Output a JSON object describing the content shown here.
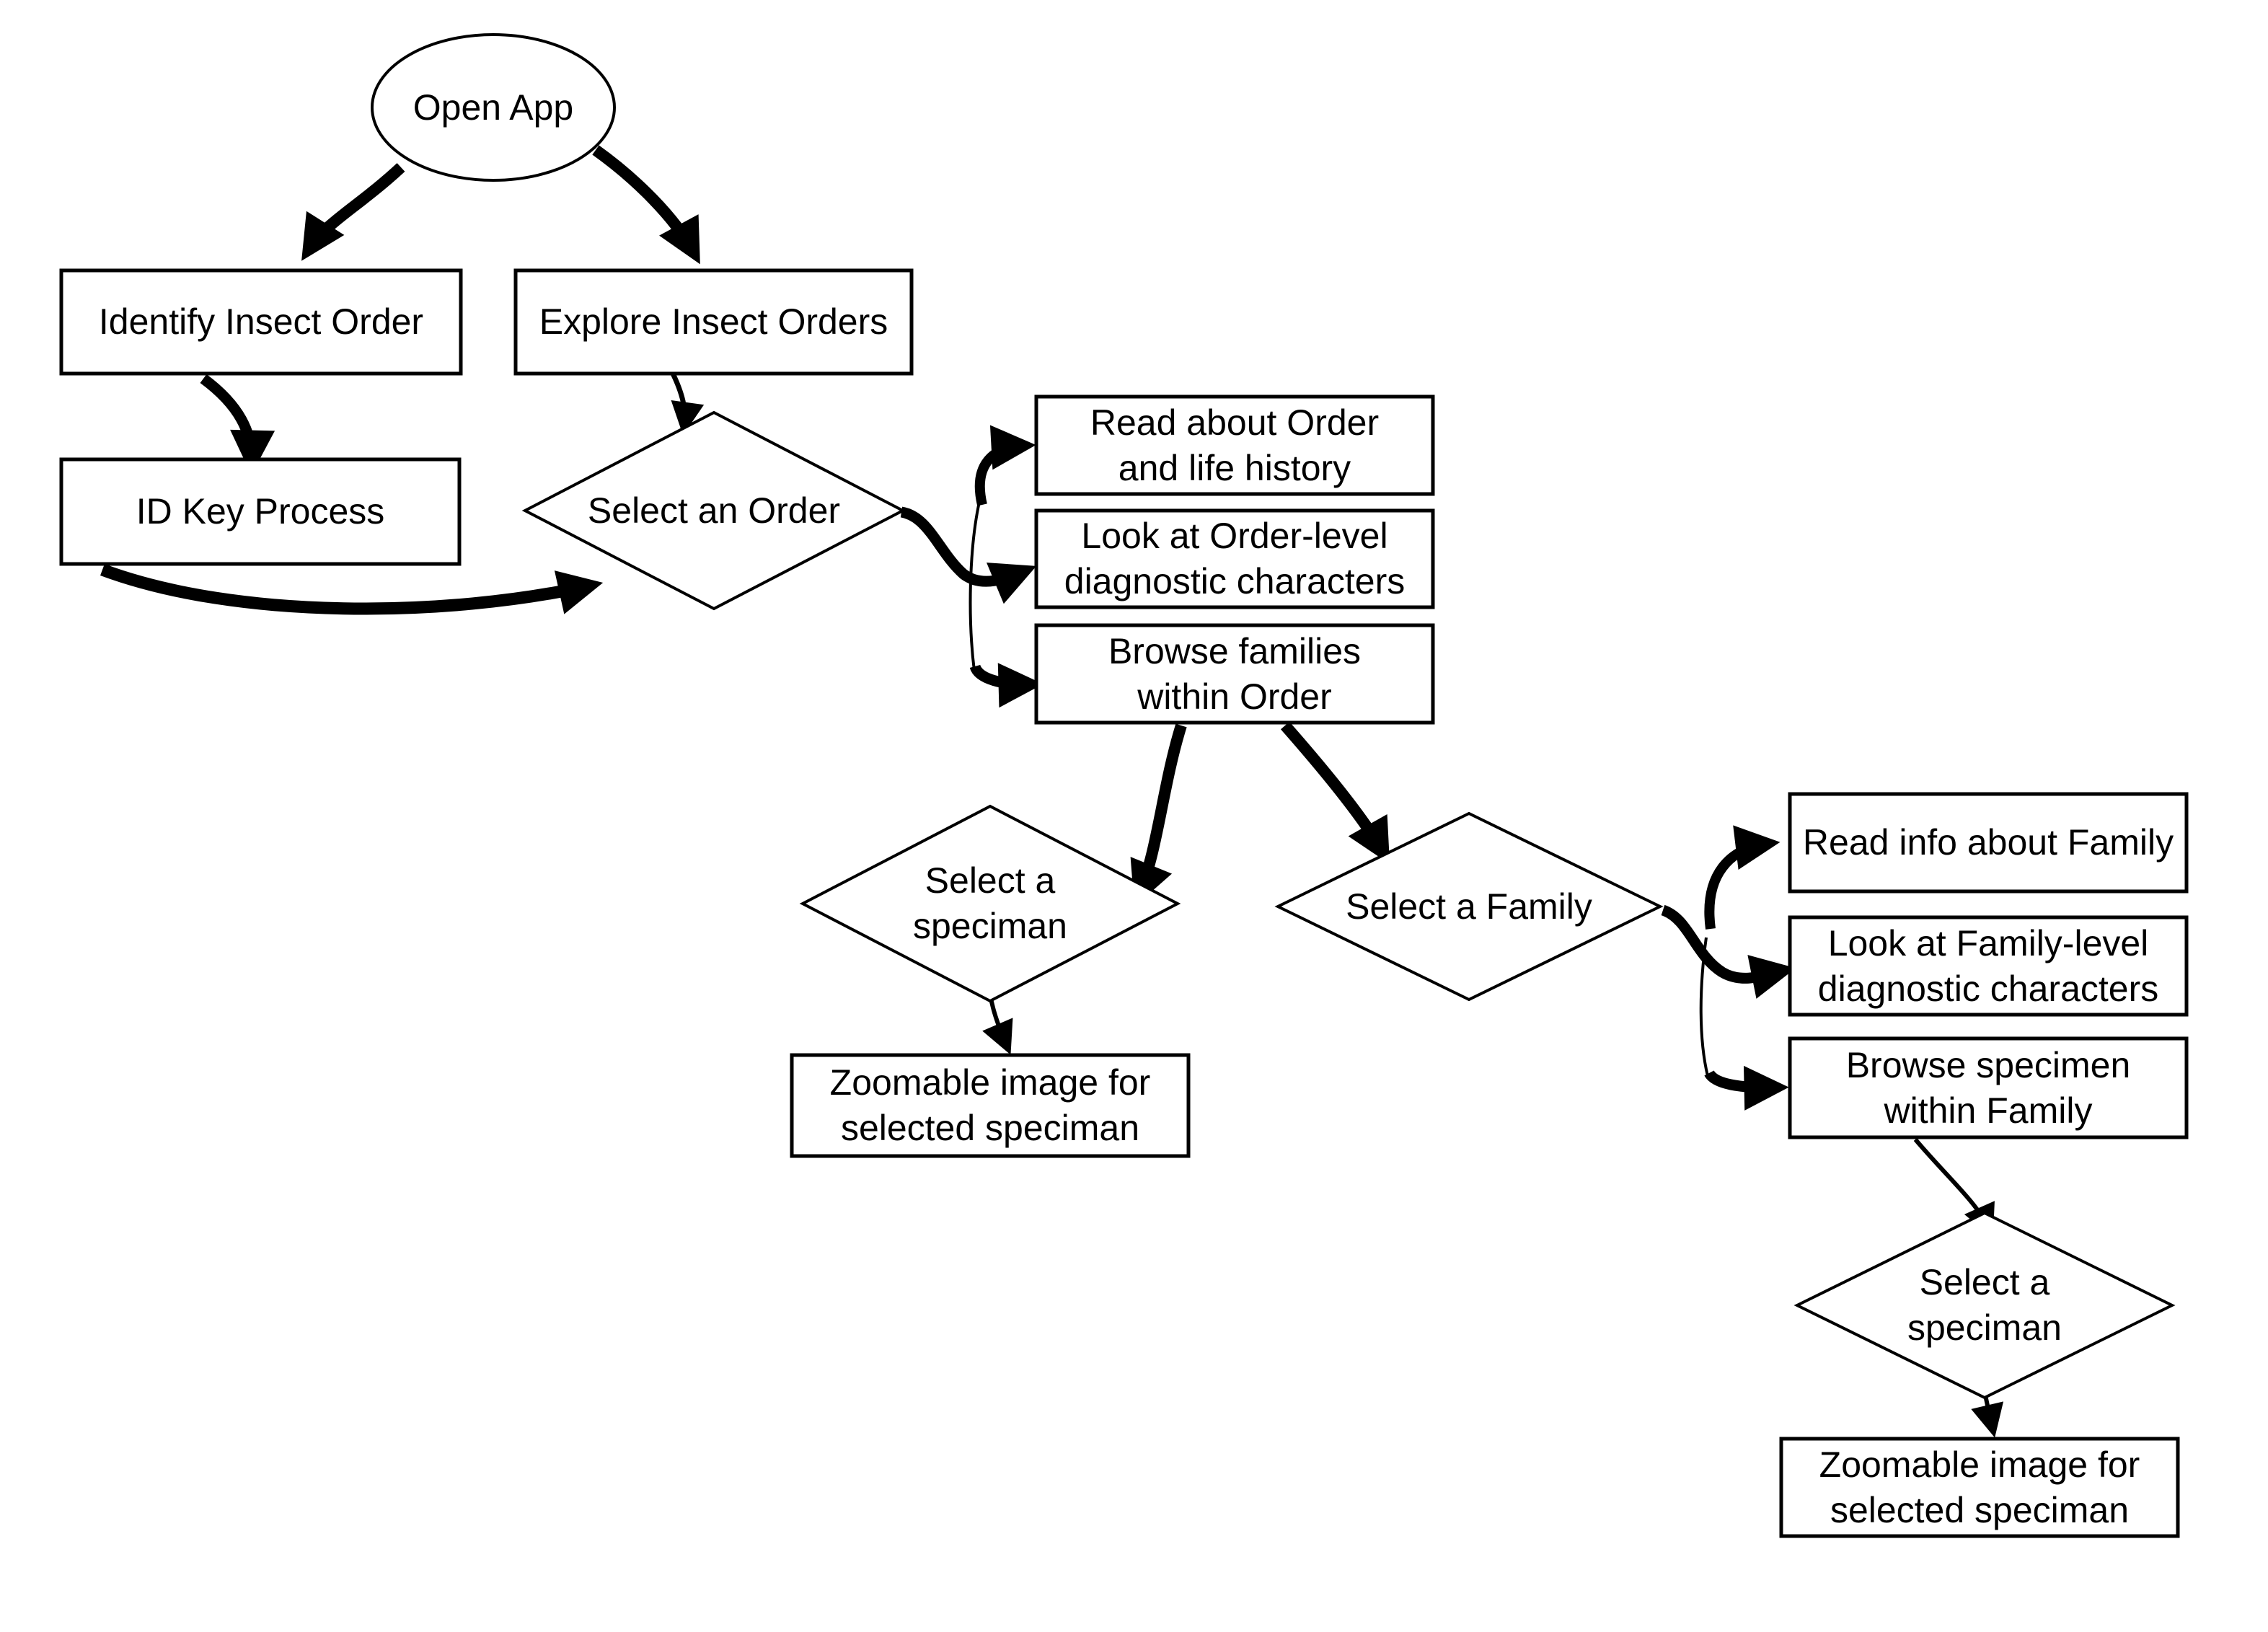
{
  "colors": {
    "ink": "#000000",
    "background": "#ffffff"
  },
  "nodes": {
    "open_app": {
      "type": "ellipse",
      "label": "Open App"
    },
    "identify_order": {
      "type": "process",
      "label": "Identify Insect Order"
    },
    "explore_orders": {
      "type": "process",
      "label": "Explore Insect Orders"
    },
    "id_key": {
      "type": "process",
      "label": "ID Key Process"
    },
    "select_order": {
      "type": "decision",
      "label": "Select an Order"
    },
    "read_order": {
      "type": "process",
      "label": "Read about Order\nand life history"
    },
    "look_order": {
      "type": "process",
      "label": "Look at Order-level\ndiagnostic characters"
    },
    "browse_families": {
      "type": "process",
      "label": "Browse families\nwithin Order"
    },
    "select_speciman_1": {
      "type": "decision",
      "label": "Select a\nspeciman"
    },
    "select_family": {
      "type": "decision",
      "label": "Select a Family"
    },
    "zoomable_1": {
      "type": "process",
      "label": "Zoomable image for\nselected speciman"
    },
    "read_family": {
      "type": "process",
      "label": "Read info about Family"
    },
    "look_family": {
      "type": "process",
      "label": "Look at Family-level\ndiagnostic characters"
    },
    "browse_specimen": {
      "type": "process",
      "label": "Browse specimen\nwithin Family"
    },
    "select_speciman_2": {
      "type": "decision",
      "label": "Select a\nspeciman"
    },
    "zoomable_2": {
      "type": "process",
      "label": "Zoomable image for\nselected speciman"
    }
  },
  "edges": [
    {
      "from": "open_app",
      "to": "identify_order",
      "style": "thick"
    },
    {
      "from": "open_app",
      "to": "explore_orders",
      "style": "thick"
    },
    {
      "from": "identify_order",
      "to": "id_key",
      "style": "thick"
    },
    {
      "from": "id_key",
      "to": "select_order",
      "style": "thick"
    },
    {
      "from": "explore_orders",
      "to": "select_order",
      "style": "thin"
    },
    {
      "from": "select_order",
      "to": "read_order",
      "style": "thick"
    },
    {
      "from": "select_order",
      "to": "look_order",
      "style": "thick"
    },
    {
      "from": "select_order",
      "to": "browse_families",
      "style": "thick"
    },
    {
      "from": "browse_families",
      "to": "select_speciman_1",
      "style": "thick"
    },
    {
      "from": "browse_families",
      "to": "select_family",
      "style": "thick"
    },
    {
      "from": "select_family",
      "to": "read_family",
      "style": "thick"
    },
    {
      "from": "select_family",
      "to": "look_family",
      "style": "thick"
    },
    {
      "from": "select_family",
      "to": "browse_specimen",
      "style": "thick"
    },
    {
      "from": "select_speciman_1",
      "to": "zoomable_1",
      "style": "thin"
    },
    {
      "from": "browse_specimen",
      "to": "select_speciman_2",
      "style": "thin"
    },
    {
      "from": "select_speciman_2",
      "to": "zoomable_2",
      "style": "thin"
    }
  ]
}
